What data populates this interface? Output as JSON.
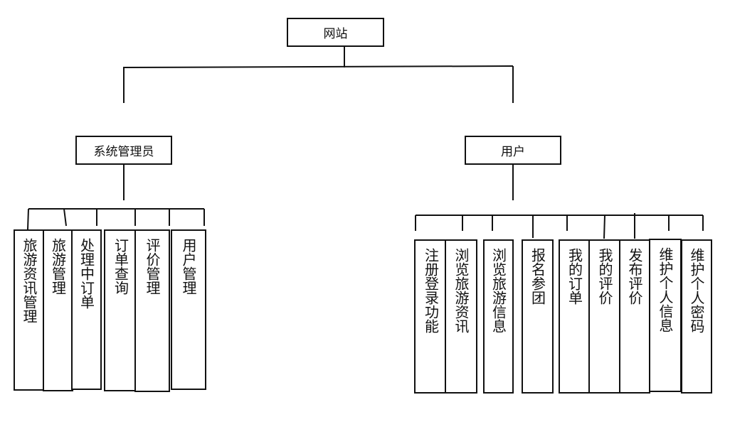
{
  "root": {
    "label": "网站"
  },
  "admin": {
    "label": "系统管理员",
    "items": [
      "旅游资讯管理",
      "旅游管理",
      "处理中订单",
      "订单查询",
      "评价管理",
      "用户管理"
    ]
  },
  "user": {
    "label": "用户",
    "items": [
      "注册登录功能",
      "浏览旅游资讯",
      "浏览旅游信息",
      "报名参团",
      "我的订单",
      "我的评价",
      "发布评价",
      "维护个人信息",
      "维护个人密码"
    ]
  }
}
